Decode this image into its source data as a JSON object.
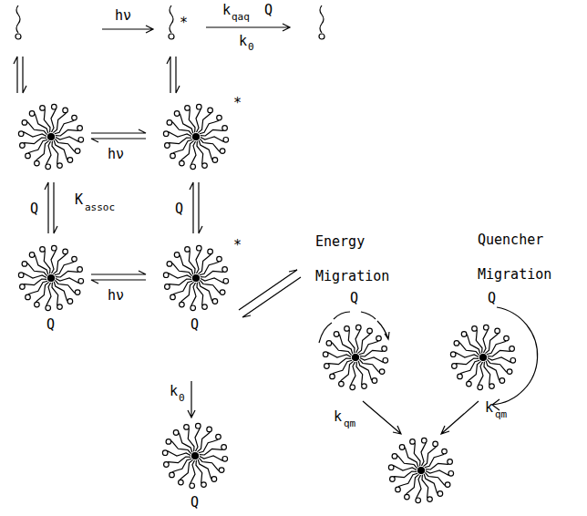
{
  "diagram": {
    "labels": [
      "hν",
      "*",
      "k",
      "qaq",
      "Q",
      "k",
      "0",
      "*",
      "hν",
      "Q",
      "K",
      "assoc",
      "Q",
      "*",
      "hν",
      "Q",
      "Q",
      "Energy",
      "Migration",
      "Quencher",
      "Migration",
      "Q",
      "Q",
      "k",
      "0",
      "k",
      "qm",
      "k",
      "qm",
      "Q"
    ]
  }
}
